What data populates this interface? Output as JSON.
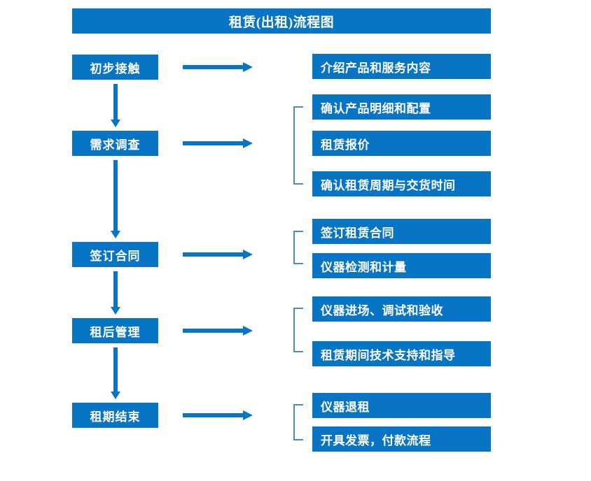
{
  "title": "租赁(出租)流程图",
  "stages": [
    {
      "label": "初步接触"
    },
    {
      "label": "需求调查"
    },
    {
      "label": "签订合同"
    },
    {
      "label": "租后管理"
    },
    {
      "label": "租期结束"
    }
  ],
  "details": [
    {
      "label": "介绍产品和服务内容"
    },
    {
      "label": "确认产品明细和配置"
    },
    {
      "label": "租赁报价"
    },
    {
      "label": "确认租赁周期与交货时间"
    },
    {
      "label": "签订租赁合同"
    },
    {
      "label": "仪器检测和计量"
    },
    {
      "label": "仪器进场、调试和验收"
    },
    {
      "label": "租赁期间技术支持和指导"
    },
    {
      "label": "仪器退租"
    },
    {
      "label": "开具发票，付款流程"
    }
  ],
  "colors": {
    "primary_blue": "#0874C4",
    "bracket_blue": "#4E89C4",
    "text_white": "#FFFFFF",
    "background": "#FFFFFF"
  }
}
